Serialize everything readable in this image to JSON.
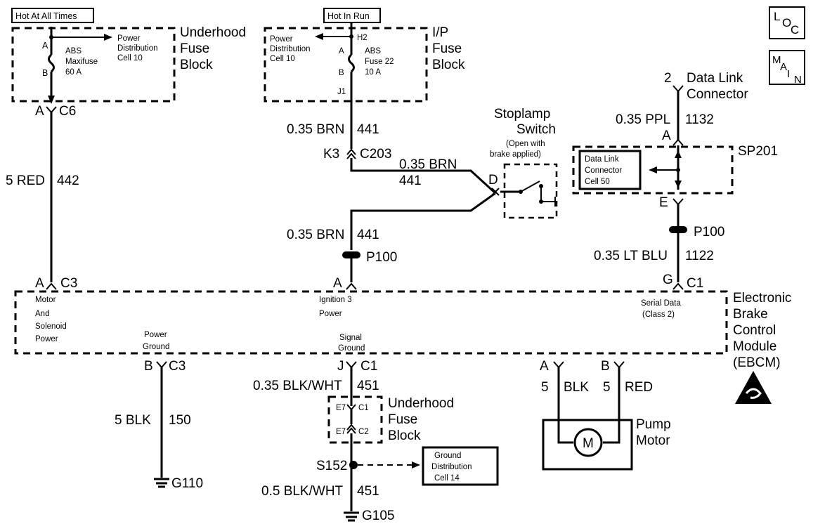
{
  "header": {
    "hot_all_times": "Hot At All Times",
    "hot_in_run": "Hot In Run",
    "loc": [
      "L",
      "O",
      "C"
    ],
    "main": [
      "M",
      "A",
      "I",
      "N"
    ]
  },
  "underhood_fuse_block_top": {
    "title": [
      "Underhood",
      "Fuse",
      "Block"
    ],
    "terminal_a": "A",
    "terminal_b": "B",
    "fuse_label": [
      "ABS",
      "Maxifuse",
      "60 A"
    ],
    "power_dist": [
      "Power",
      "Distribution",
      "Cell 10"
    ]
  },
  "ip_fuse_block": {
    "title": [
      "I/P",
      "Fuse",
      "Block"
    ],
    "power_dist": [
      "Power",
      "Distribution",
      "Cell 10"
    ],
    "terminal_h2": "H2",
    "terminal_a": "A",
    "terminal_b": "B",
    "terminal_j1": "J1",
    "fuse_label": [
      "ABS",
      "Fuse 22",
      "10 A"
    ]
  },
  "wires": {
    "c6_pin": "A",
    "c6": "C6",
    "red_size": "5 RED",
    "red_circuit": "442",
    "brn1_size": "0.35 BRN",
    "brn1_circuit": "441",
    "k3": "K3",
    "c203": "C203",
    "brn2_size": "0.35 BRN",
    "brn2_circuit": "441",
    "brn3_size": "0.35 BRN",
    "brn3_circuit": "441",
    "p100_left": "P100",
    "ppl_size": "0.35 PPL",
    "ppl_circuit": "1132",
    "dlc_pin_a": "A",
    "dlc_pin_e": "E",
    "p100_right": "P100",
    "ltblu_size": "0.35 LT BLU",
    "ltblu_circuit": "1122",
    "blk_size": "5 BLK",
    "blk_circuit": "150",
    "bw1_size": "0.35 BLK/WHT",
    "bw1_circuit": "451",
    "bw2_size": "0.5 BLK/WHT",
    "bw2_circuit": "451",
    "pump_a_pin": "A",
    "pump_b_pin": "B",
    "pump_a_size": "5",
    "pump_a_color": "BLK",
    "pump_b_size": "5",
    "pump_b_color": "RED"
  },
  "stoplamp": {
    "title": [
      "Stoplamp",
      "Switch"
    ],
    "note": [
      "(Open with",
      "brake applied)"
    ],
    "pin": "D"
  },
  "data_link": {
    "pin": "2",
    "title": [
      "Data Link",
      "Connector"
    ],
    "sp201": "SP201",
    "cell": [
      "Data Link",
      "Connector",
      "Cell 50"
    ]
  },
  "ebcm": {
    "title": [
      "Electronic",
      "Brake",
      "Control",
      "Module",
      "(EBCM)"
    ],
    "c3_pin": "A",
    "c3": "C3",
    "motor_power": [
      "Motor",
      "And",
      "Solenoid",
      "Power"
    ],
    "ign_pin": "A",
    "ign": [
      "Ignition 3",
      "Power"
    ],
    "serial_pin": "G",
    "c1": "C1",
    "serial": [
      "Serial Data",
      "(Class 2)"
    ],
    "power_ground": [
      "Power",
      "Ground"
    ],
    "signal_ground": [
      "Signal",
      "Ground"
    ],
    "pg_pin": "B",
    "pg_conn": "C3",
    "sg_pin": "J",
    "sg_conn": "C1"
  },
  "underhood_fuse_block_bottom": {
    "title": [
      "Underhood",
      "Fuse",
      "Block"
    ],
    "e7_top": "E7",
    "c1": "C1",
    "e7_bottom": "E7",
    "c2": "C2"
  },
  "grounds": {
    "s152": "S152",
    "gnd_dist": [
      "Ground",
      "Distribution",
      "Cell 14"
    ],
    "g110": "G110",
    "g105": "G105"
  },
  "pump": {
    "title": [
      "Pump",
      "Motor"
    ],
    "symbol": "M"
  }
}
